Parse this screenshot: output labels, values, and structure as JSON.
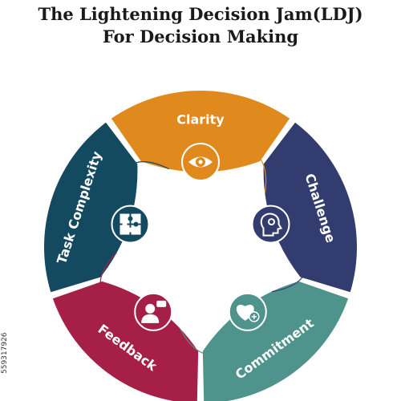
{
  "title": {
    "line1": "The Lightening Decision Jam(LDJ)",
    "line2": "For Decision Making"
  },
  "segments": [
    {
      "label": "Clarity",
      "color": "#e08a1e",
      "icon": "eye-icon"
    },
    {
      "label": "Challenge",
      "color": "#333c6e",
      "icon": "head-gear-icon"
    },
    {
      "label": "Commitment",
      "color": "#4e948c",
      "icon": "heart-plus-icon"
    },
    {
      "label": "Feedback",
      "color": "#a51f47",
      "icon": "person-speech-icon"
    },
    {
      "label": "Task Complexity",
      "color": "#134a60",
      "icon": "puzzle-icon"
    }
  ],
  "stock_id": "559317926"
}
